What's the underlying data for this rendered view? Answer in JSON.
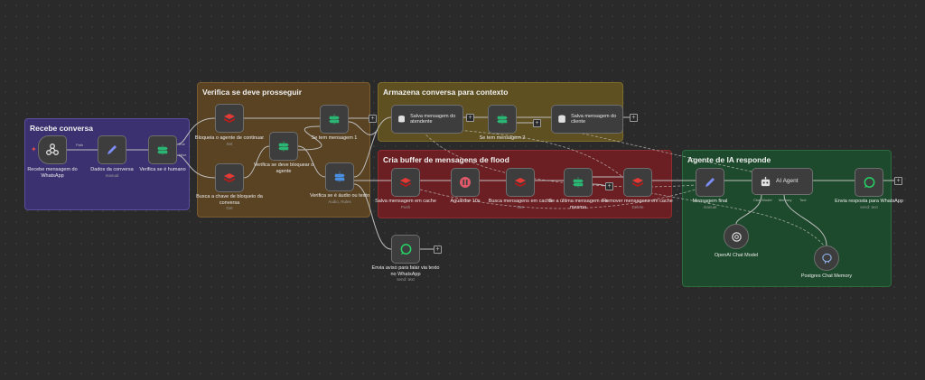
{
  "colors": {
    "canvas": "#2a2a2a",
    "group_recebe": "#3b3170",
    "group_verifica": "#5a4323",
    "group_armazena": "#5e5020",
    "group_buffer": "#6b1f22",
    "group_agente": "#1d4a2c",
    "accent_redis": "#d32f2f",
    "accent_switch": "#2bb673",
    "accent_edit": "#7c8cf8"
  },
  "groups": {
    "recebe": "Recebe conversa",
    "verifica": "Verifica se deve prosseguir",
    "armazena": "Armazena conversa para contexto",
    "buffer": "Cria buffer de mensagens de flood",
    "agente": "Agente de IA responde"
  },
  "nodes": {
    "webhook": {
      "label": "Recebe mensagem do WhatsApp",
      "icon": "webhook-icon",
      "port_label": "Path"
    },
    "dados": {
      "label": "Dados da conversa",
      "sub": "manual",
      "icon": "pencil-icon"
    },
    "humano": {
      "label": "Verifica se é humano",
      "icon": "switch-icon",
      "out1": "true",
      "out2": "false"
    },
    "bloqueia": {
      "label": "Bloqueia o agente de continuar",
      "sub": "Set",
      "icon": "redis-icon"
    },
    "busca_chave": {
      "label": "Busca a chave de bloqueio da conversa",
      "sub": "Get",
      "icon": "redis-icon"
    },
    "deve_bloquear": {
      "label": "Verifica se deve bloquear o agente",
      "icon": "switch-icon"
    },
    "tem_msg1": {
      "label": "Se tem mensagem 1",
      "icon": "switch-icon"
    },
    "audio": {
      "label": "Verifica se é áudio ou texto",
      "sub": "Audio, Rules",
      "icon": "router-icon"
    },
    "aviso": {
      "label": "Envia aviso para falar via texto no WhatsApp",
      "sub": "send: text",
      "icon": "whatsapp-icon"
    },
    "salva_atendente": {
      "label": "Salva mensagem do atendente",
      "icon": "database-icon"
    },
    "tem_msg2": {
      "label": "Se tem mensagem 2",
      "icon": "switch-icon"
    },
    "salva_cliente": {
      "label": "Salva mensagem do cliente",
      "icon": "database-icon"
    },
    "salva_cache": {
      "label": "Salva mensagem em cache",
      "sub": "Push",
      "icon": "redis-icon"
    },
    "aguardar": {
      "label": "Aguardar 10s",
      "icon": "pause-icon"
    },
    "busca_cache": {
      "label": "Busca mensagens em cache",
      "sub": "Get",
      "icon": "redis-icon"
    },
    "ultima": {
      "label": "Se a última mensagem é a mesma",
      "icon": "switch-icon"
    },
    "remover": {
      "label": "Remover mensagens em cache",
      "sub": "Delete",
      "icon": "redis-icon"
    },
    "msg_final": {
      "label": "Mensagem final",
      "sub": "manual",
      "icon": "pencil-icon"
    },
    "ai_agent": {
      "label": "AI Agent",
      "icon": "robot-icon",
      "ports": [
        "Chat Model",
        "Memory",
        "Tool"
      ]
    },
    "envia": {
      "label": "Envia resposta para WhatsApp",
      "sub": "send: text",
      "icon": "whatsapp-icon"
    },
    "openai": {
      "label": "OpenAI Chat Model",
      "icon": "openai-icon"
    },
    "postgres": {
      "label": "Postgres Chat Memory",
      "icon": "postgres-icon"
    }
  },
  "add_button": "+"
}
